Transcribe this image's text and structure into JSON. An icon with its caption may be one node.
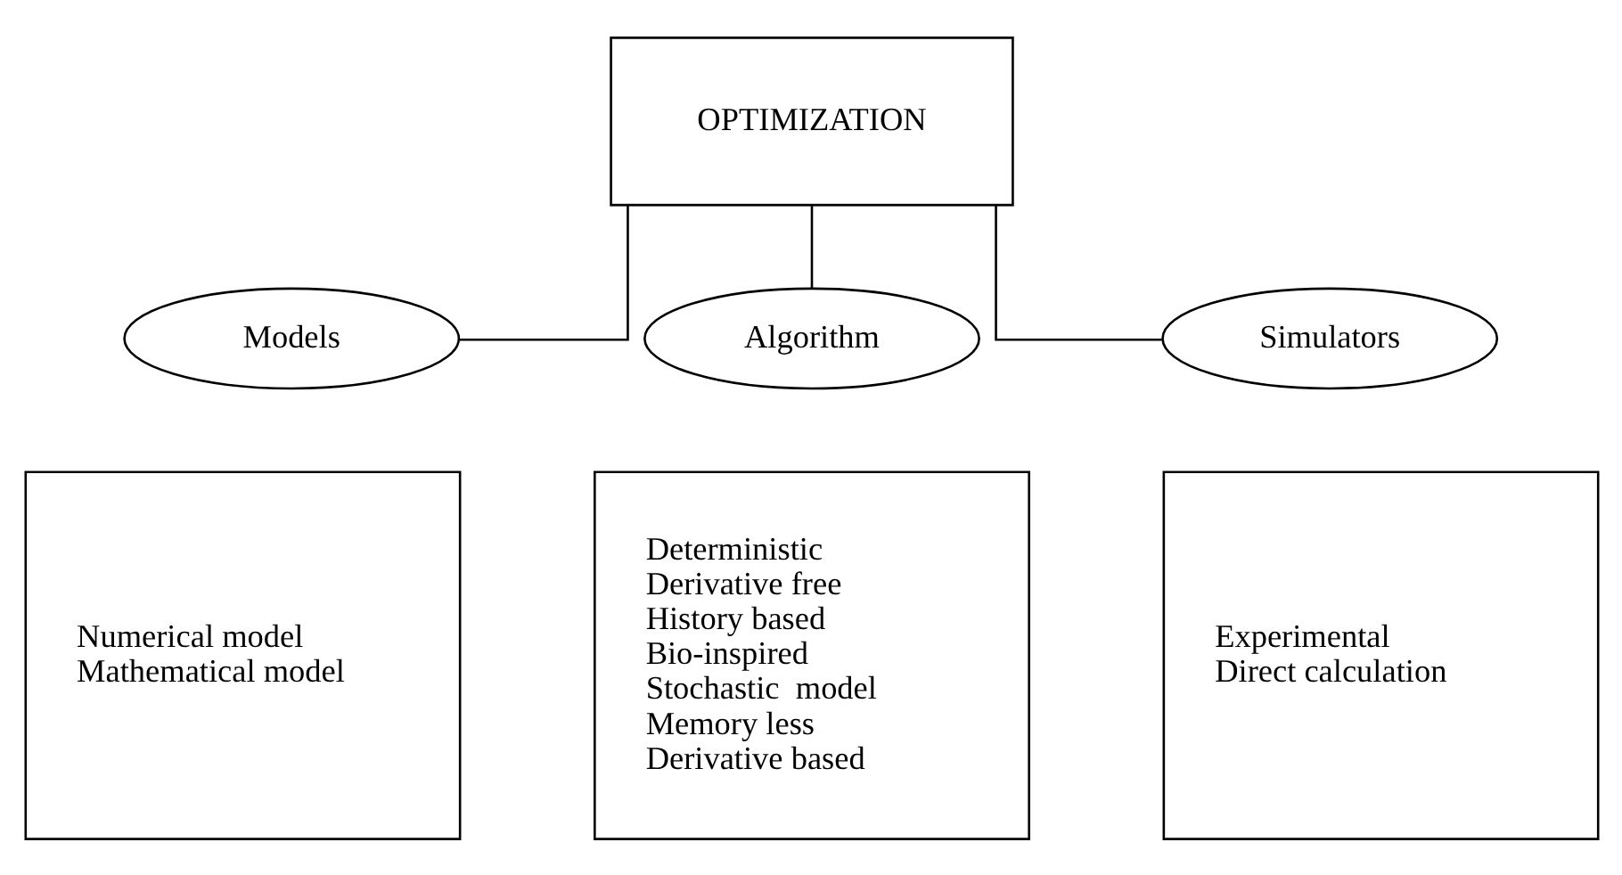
{
  "diagram": {
    "nodes": [
      {
        "text": [
          "OPTIMIZATION"
        ]
      },
      {
        "text": [
          "Models"
        ]
      },
      {
        "text": [
          "Algorithm"
        ]
      },
      {
        "text": [
          "Simulators"
        ]
      },
      {
        "text": [
          "Numerical model",
          "Mathematical model"
        ]
      },
      {
        "text": [
          "Deterministic",
          "Derivative free",
          "History based",
          "Bio-inspired",
          "Stochastic  model",
          "Memory less",
          "Derivative based"
        ]
      },
      {
        "text": [
          "Experimental",
          "Direct calculation"
        ]
      }
    ],
    "edges": [
      {
        "from": 0,
        "to": 1,
        "arrow": "none"
      },
      {
        "from": 0,
        "to": 2,
        "arrow": "none"
      },
      {
        "from": 0,
        "to": 3,
        "arrow": "none"
      }
    ]
  }
}
